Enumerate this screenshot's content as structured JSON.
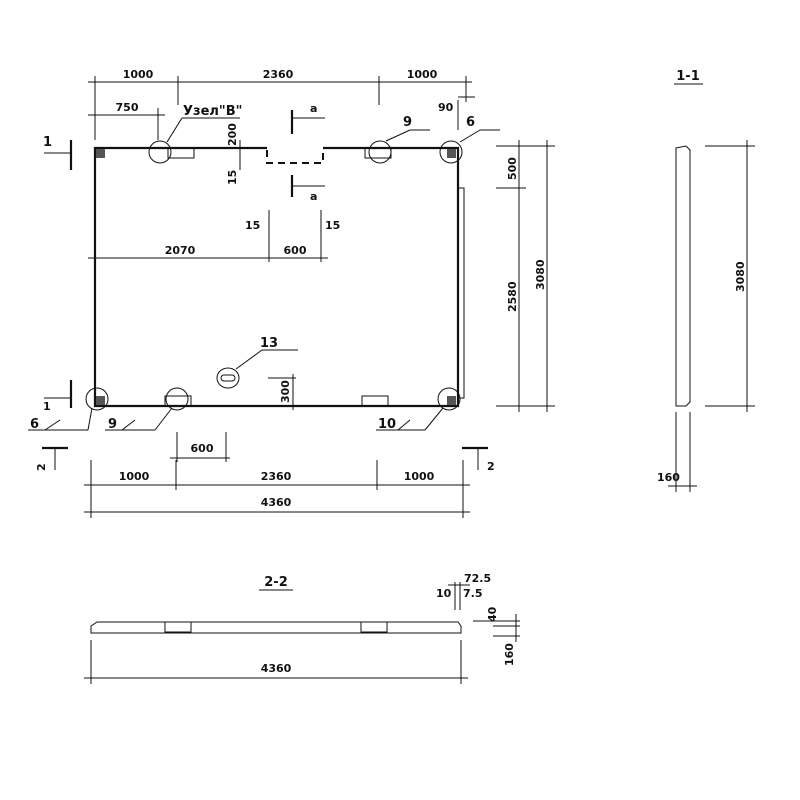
{
  "plan": {
    "dims_top": [
      "1000",
      "2360",
      "1000"
    ],
    "dim_750": "750",
    "node_label": "Узел\"В\"",
    "dim_90": "90",
    "dim_200": "200",
    "dim_15_left": "15",
    "section_a_top": "a",
    "section_a_bottom": "a",
    "dim_15_a": "15",
    "dim_15_b": "15",
    "dim_2070": "2070",
    "dim_600_top": "600",
    "dim_500": "500",
    "dim_2580": "2580",
    "dim_3080": "3080",
    "mark_9_top": "9",
    "mark_6_top": "6",
    "mark_13": "13",
    "dim_300": "300",
    "mark_6_bottom": "6",
    "mark_9_bottom": "9",
    "mark_10": "10",
    "section_1_top": "1",
    "section_1_bottom": "1",
    "section_2_left": "2",
    "section_2_right": "2",
    "dim_600_bottom": "600",
    "dims_bottom": [
      "1000",
      "2360",
      "1000"
    ],
    "dim_total": "4360"
  },
  "section_1_1": {
    "title": "1-1",
    "dim_3080": "3080",
    "dim_160": "160"
  },
  "section_2_2": {
    "title": "2-2",
    "dim_72_5": "72.5",
    "dim_10": "10",
    "dim_7_5": "7.5",
    "dim_40": "40",
    "dim_160": "160",
    "dim_total": "4360"
  }
}
